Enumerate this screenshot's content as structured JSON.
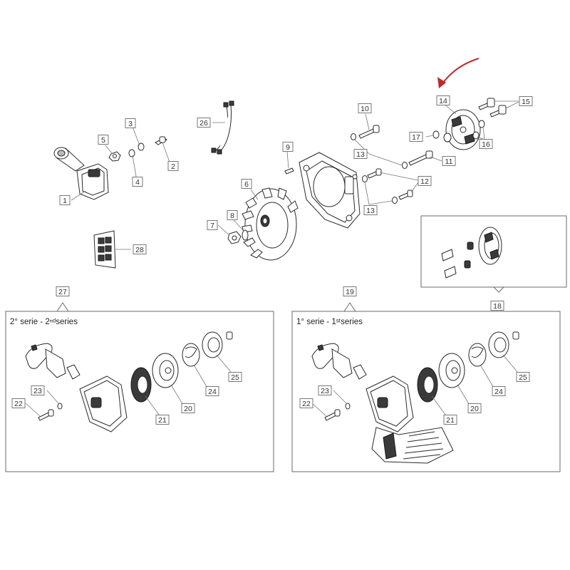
{
  "diagram": {
    "callouts": [
      "1",
      "2",
      "3",
      "4",
      "5",
      "6",
      "7",
      "8",
      "9",
      "10",
      "11",
      "12",
      "13",
      "13",
      "14",
      "15",
      "16",
      "17",
      "18",
      "19",
      "20",
      "20",
      "21",
      "21",
      "22",
      "22",
      "23",
      "23",
      "24",
      "24",
      "25",
      "25",
      "26",
      "27",
      "28"
    ],
    "series_2": {
      "number": "27",
      "title": "2° serie - 2ⁿᵈseries"
    },
    "series_1": {
      "number": "19",
      "title": "1° serie - 1ˢᵗseries"
    },
    "arrow_color": "#c0282d"
  }
}
